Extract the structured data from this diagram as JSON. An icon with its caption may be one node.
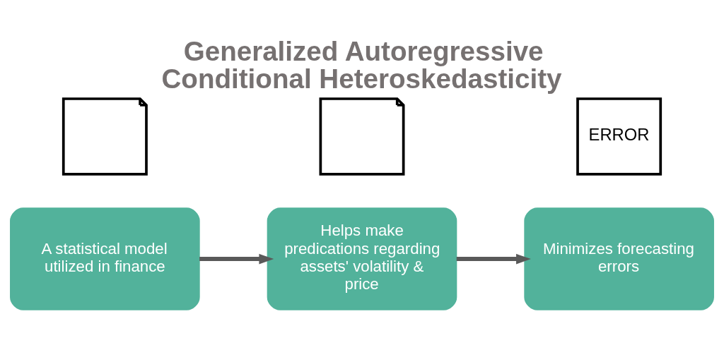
{
  "diagram": {
    "title": "Generalized Autoregressive Conditional Heteroskedasticity",
    "nodes": [
      {
        "text": [],
        "shape": "picture"
      },
      {
        "text": [],
        "shape": "picture"
      },
      {
        "text": [
          "ERROR"
        ]
      },
      {
        "text": [
          "A statistical model utilized in finance"
        ]
      },
      {
        "text": [
          "Helps make predications regarding assets' volatility & price"
        ]
      },
      {
        "text": [
          "Minimizes forecasting errors"
        ]
      }
    ],
    "edges": [
      {
        "from": 3,
        "to": 4,
        "arrow": "to"
      },
      {
        "from": 4,
        "to": 5,
        "arrow": "to"
      }
    ]
  }
}
